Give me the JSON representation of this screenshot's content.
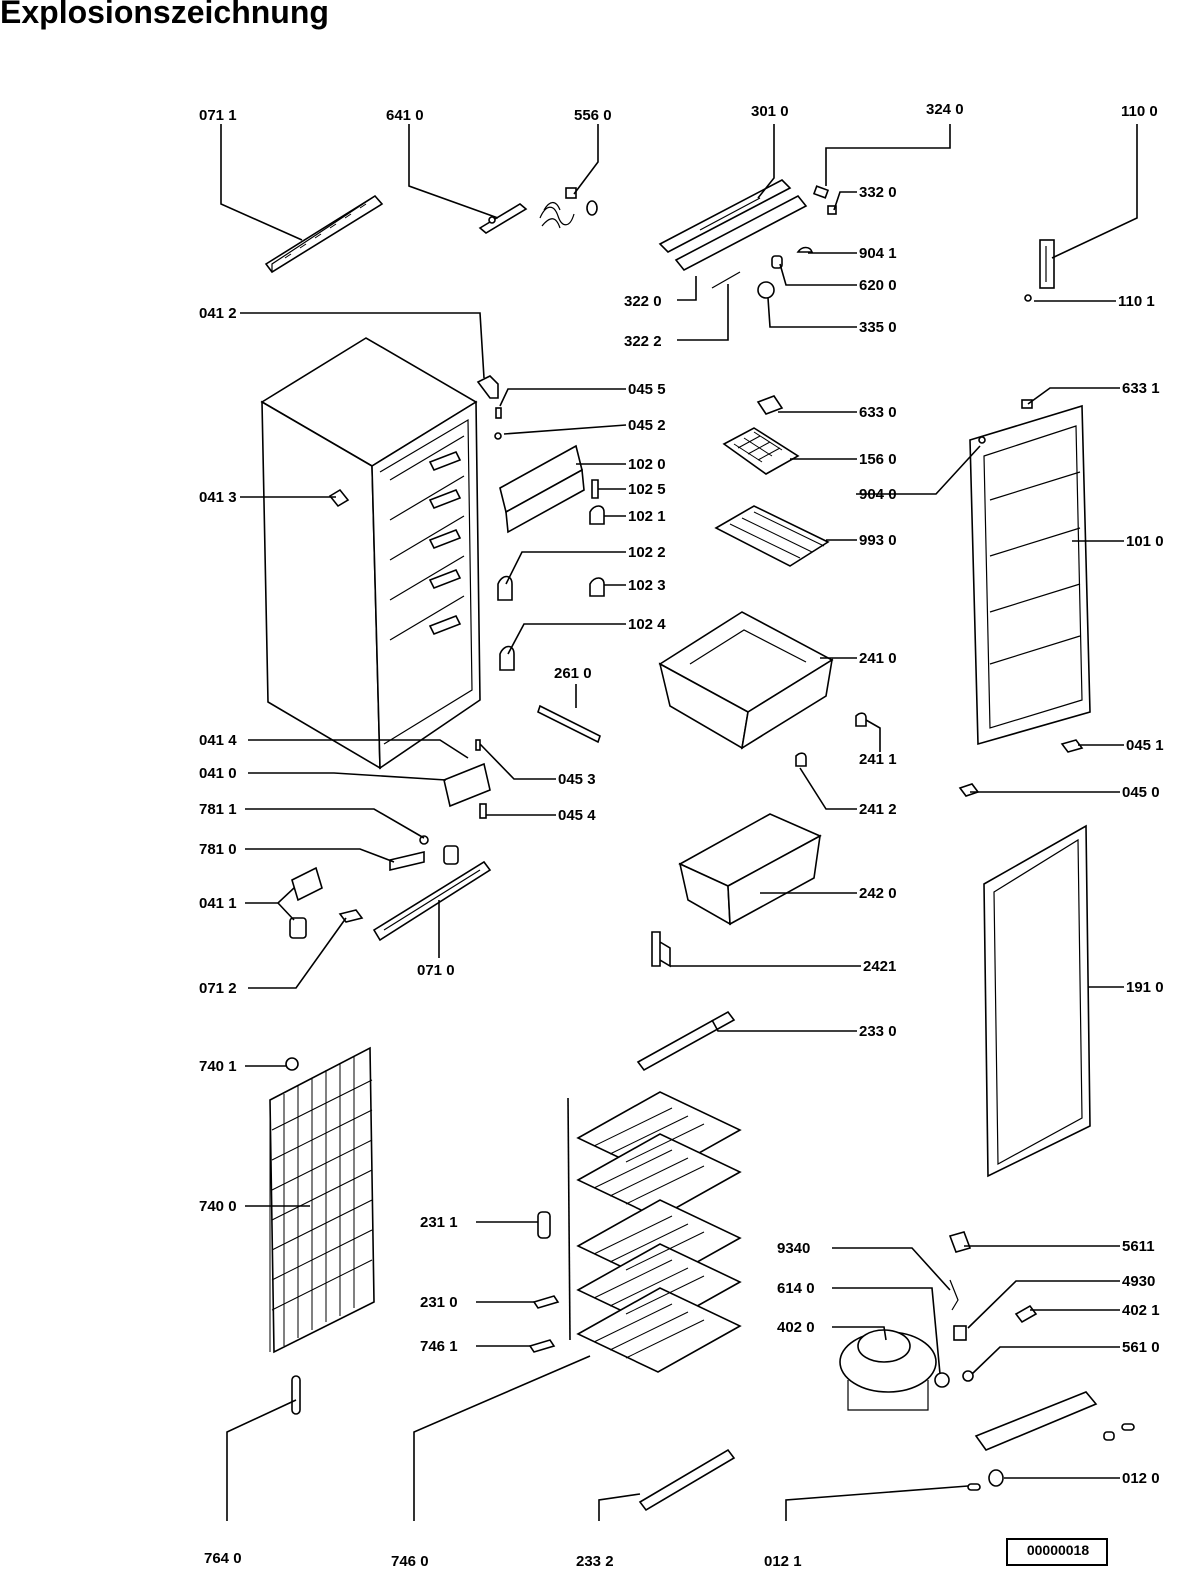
{
  "title": "Explosionszeichnung",
  "document_number": "00000018",
  "parts": [
    {
      "id": "0711",
      "label": "071 1"
    },
    {
      "id": "6410",
      "label": "641 0"
    },
    {
      "id": "5560",
      "label": "556 0"
    },
    {
      "id": "3010",
      "label": "301 0"
    },
    {
      "id": "3240",
      "label": "324 0"
    },
    {
      "id": "1100",
      "label": "110 0"
    },
    {
      "id": "3320",
      "label": "332 0"
    },
    {
      "id": "9041",
      "label": "904 1"
    },
    {
      "id": "6200",
      "label": "620 0"
    },
    {
      "id": "1101",
      "label": "110 1"
    },
    {
      "id": "3220",
      "label": "322 0"
    },
    {
      "id": "3350",
      "label": "335 0"
    },
    {
      "id": "3222",
      "label": "322 2"
    },
    {
      "id": "0412",
      "label": "041 2"
    },
    {
      "id": "0455",
      "label": "045 5"
    },
    {
      "id": "6331",
      "label": "633 1"
    },
    {
      "id": "6330",
      "label": "633 0"
    },
    {
      "id": "0452",
      "label": "045 2"
    },
    {
      "id": "1560",
      "label": "156 0"
    },
    {
      "id": "1020",
      "label": "102 0"
    },
    {
      "id": "0413",
      "label": "041 3"
    },
    {
      "id": "1025",
      "label": "102 5"
    },
    {
      "id": "9040",
      "label": "904 0"
    },
    {
      "id": "1021",
      "label": "102 1"
    },
    {
      "id": "9930",
      "label": "993 0"
    },
    {
      "id": "1010",
      "label": "101 0"
    },
    {
      "id": "1022",
      "label": "102 2"
    },
    {
      "id": "1023",
      "label": "102 3"
    },
    {
      "id": "1024",
      "label": "102 4"
    },
    {
      "id": "2410",
      "label": "241 0"
    },
    {
      "id": "2610",
      "label": "261 0"
    },
    {
      "id": "0451",
      "label": "045 1"
    },
    {
      "id": "0414",
      "label": "041 4"
    },
    {
      "id": "2411",
      "label": "241 1"
    },
    {
      "id": "0410",
      "label": "041 0"
    },
    {
      "id": "0453",
      "label": "045 3"
    },
    {
      "id": "0450",
      "label": "045 0"
    },
    {
      "id": "7811",
      "label": "781 1"
    },
    {
      "id": "0454",
      "label": "045 4"
    },
    {
      "id": "2412",
      "label": "241 2"
    },
    {
      "id": "7810",
      "label": "781 0"
    },
    {
      "id": "0411",
      "label": "041 1"
    },
    {
      "id": "2420",
      "label": "242 0"
    },
    {
      "id": "0712",
      "label": "071 2"
    },
    {
      "id": "0710",
      "label": "071 0"
    },
    {
      "id": "2421",
      "label": "2421"
    },
    {
      "id": "1910",
      "label": "191 0"
    },
    {
      "id": "2330",
      "label": "233 0"
    },
    {
      "id": "7401",
      "label": "740 1"
    },
    {
      "id": "7400",
      "label": "740 0"
    },
    {
      "id": "2311",
      "label": "231 1"
    },
    {
      "id": "9340",
      "label": "9340"
    },
    {
      "id": "5611",
      "label": "5611"
    },
    {
      "id": "4930",
      "label": "4930"
    },
    {
      "id": "6140",
      "label": "614 0"
    },
    {
      "id": "2310",
      "label": "231 0"
    },
    {
      "id": "4021",
      "label": "402 1"
    },
    {
      "id": "7461",
      "label": "746 1"
    },
    {
      "id": "4020",
      "label": "402 0"
    },
    {
      "id": "5610",
      "label": "561 0"
    },
    {
      "id": "0120",
      "label": "012 0"
    },
    {
      "id": "7640",
      "label": "764 0"
    },
    {
      "id": "7460",
      "label": "746 0"
    },
    {
      "id": "2332",
      "label": "233 2"
    },
    {
      "id": "0121",
      "label": "012 1"
    }
  ]
}
